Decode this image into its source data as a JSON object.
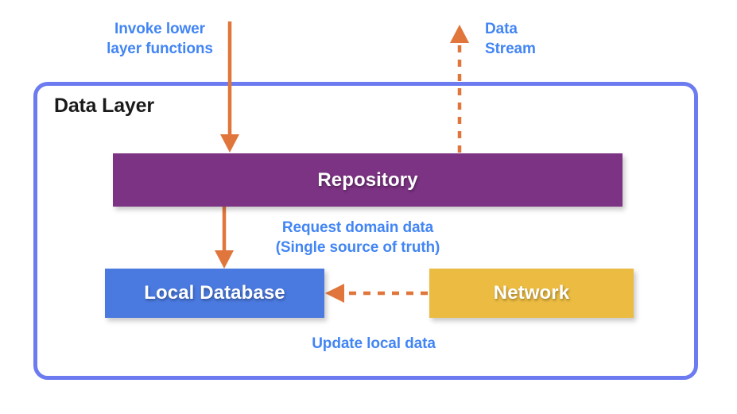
{
  "diagram": {
    "title": "Data Layer",
    "container": {
      "label": "Data Layer",
      "border_color": "#6C7BF0"
    },
    "blocks": [
      {
        "id": "repository",
        "label": "Repository",
        "color": "#7C3383"
      },
      {
        "id": "local-db",
        "label": "Local Database",
        "color": "#4A7AE0"
      },
      {
        "id": "network",
        "label": "Network",
        "color": "#ECBC42"
      }
    ],
    "annotations": [
      {
        "id": "invoke",
        "text": "Invoke lower\nlayer functions",
        "color": "#4285F4"
      },
      {
        "id": "stream",
        "text": "Data\nStream",
        "color": "#4285F4"
      },
      {
        "id": "request",
        "text": "Request domain data\n(Single source of truth)",
        "color": "#4285F4"
      },
      {
        "id": "update",
        "text": "Update local data",
        "color": "#4285F4"
      }
    ],
    "arrows": [
      {
        "id": "invoke-arrow",
        "style": "solid",
        "direction": "down",
        "color": "#E0763C"
      },
      {
        "id": "stream-arrow",
        "style": "dashed",
        "direction": "up",
        "color": "#E0763C"
      },
      {
        "id": "request-arrow",
        "style": "solid",
        "direction": "down",
        "color": "#E0763C"
      },
      {
        "id": "update-arrow",
        "style": "dashed",
        "direction": "left",
        "color": "#E0763C"
      }
    ],
    "colors": {
      "orange": "#E0763C",
      "blue_text": "#4285F4",
      "border_blue": "#6C7BF0",
      "purple": "#7C3383",
      "blue_block": "#4A7AE0",
      "amber_block": "#ECBC42",
      "background": "#ffffff"
    }
  }
}
